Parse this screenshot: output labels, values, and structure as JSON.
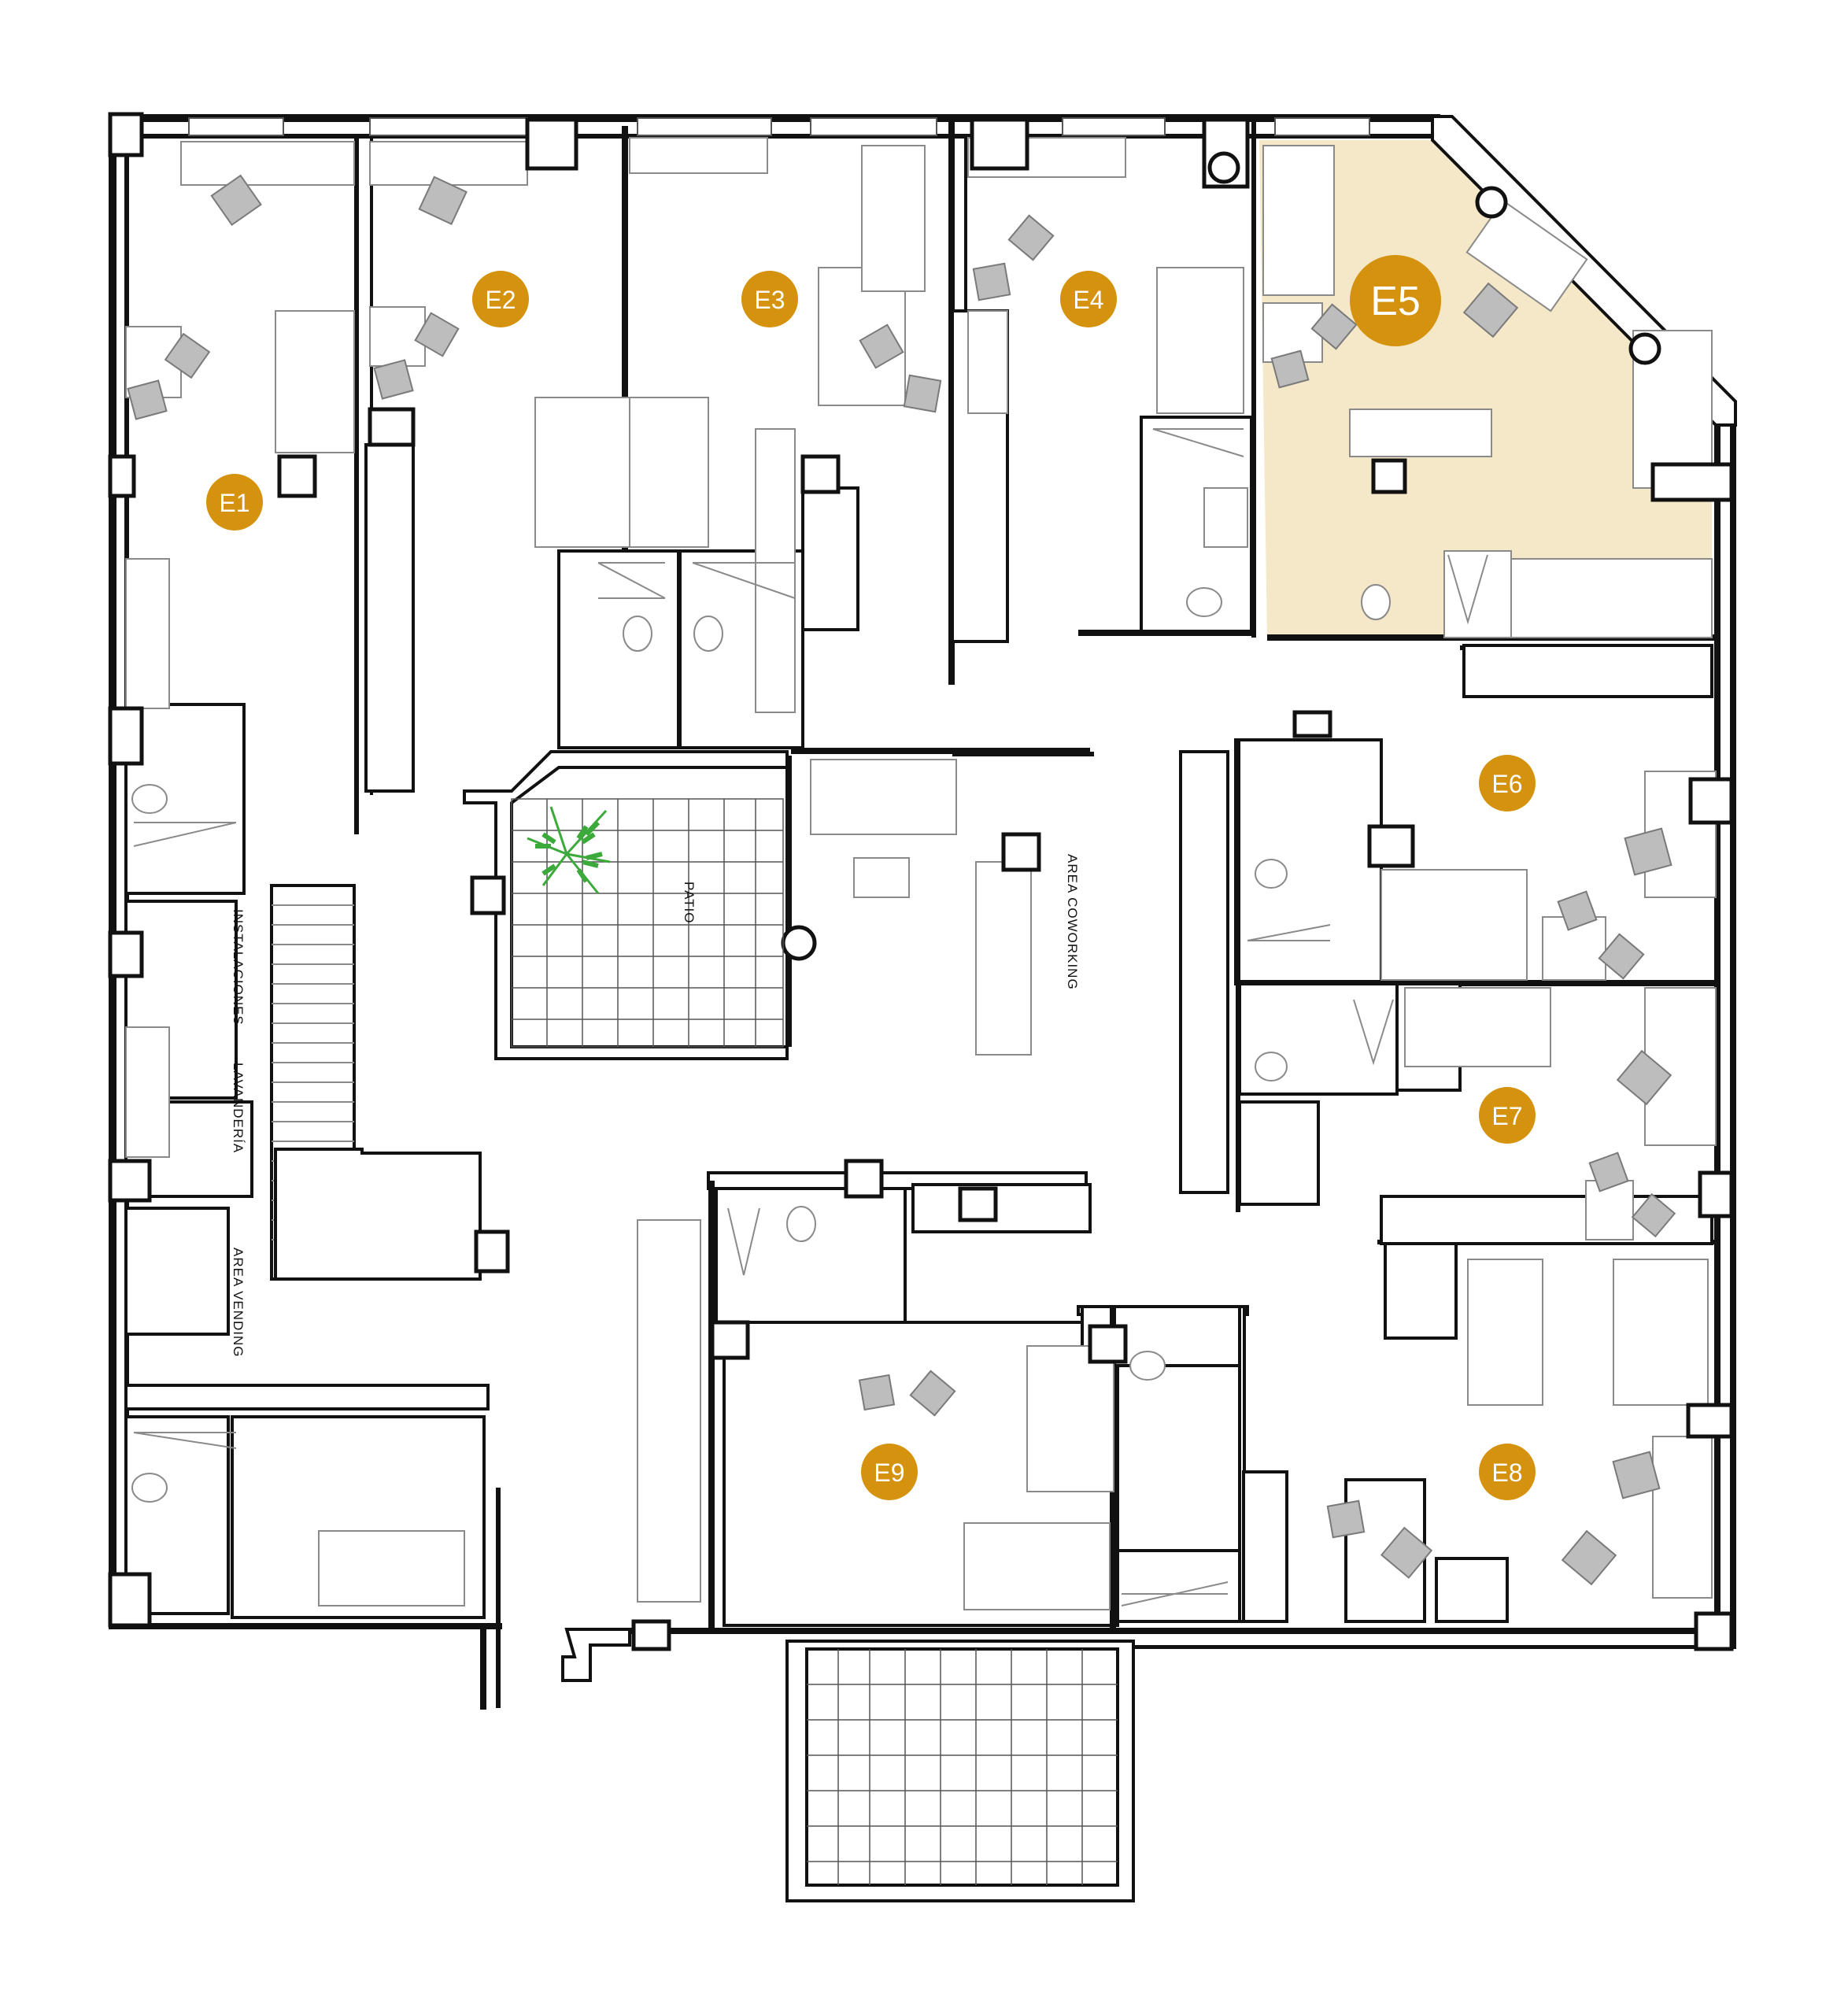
{
  "colors": {
    "unit_badge": "#D4920F",
    "highlight_unit": "#F5E8C8",
    "wall": "#111111",
    "furniture": "#8A8A8A",
    "plant": "#3BAA3B"
  },
  "highlighted_unit": "E5",
  "units": [
    {
      "id": "E1",
      "label": "E1"
    },
    {
      "id": "E2",
      "label": "E2"
    },
    {
      "id": "E3",
      "label": "E3"
    },
    {
      "id": "E4",
      "label": "E4"
    },
    {
      "id": "E5",
      "label": "E5"
    },
    {
      "id": "E6",
      "label": "E6"
    },
    {
      "id": "E7",
      "label": "E7"
    },
    {
      "id": "E8",
      "label": "E8"
    },
    {
      "id": "E9",
      "label": "E9"
    }
  ],
  "rooms": {
    "patio": "PATIO",
    "coworking": "AREA COWORKING",
    "installations": "INSTALACIONES",
    "laundry": "LAVANDERÍA",
    "vending": "AREA VENDING"
  },
  "icons": [
    "palm-plant-icon",
    "toilet-icon",
    "shower-icon",
    "stove-icon",
    "sink-icon",
    "chair-icon"
  ]
}
